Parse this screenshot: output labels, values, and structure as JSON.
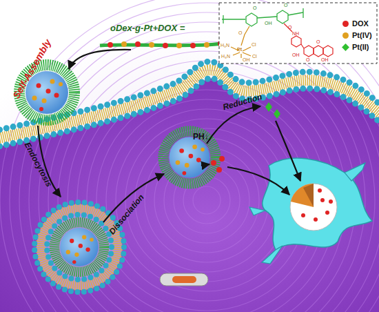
{
  "diagram": {
    "labels": [
      "oDex-g-Pt+DOX =",
      "Self-Assembly",
      "Endocytosis",
      "Dissociation",
      "Reduction",
      "PH↓",
      "O",
      "O",
      "OH",
      "O",
      "H₃N",
      "Pt",
      "Cl",
      "H₃N",
      "Cl",
      "OH",
      "O",
      "NH",
      "OH",
      "O",
      "OH",
      "O"
    ],
    "legend": [
      {
        "text": "DOX",
        "color": "#e02424"
      },
      {
        "text": "Pt(IV)",
        "color": "#e0a020"
      },
      {
        "text": "Pt(II)",
        "color": "#30c030"
      }
    ]
  }
}
